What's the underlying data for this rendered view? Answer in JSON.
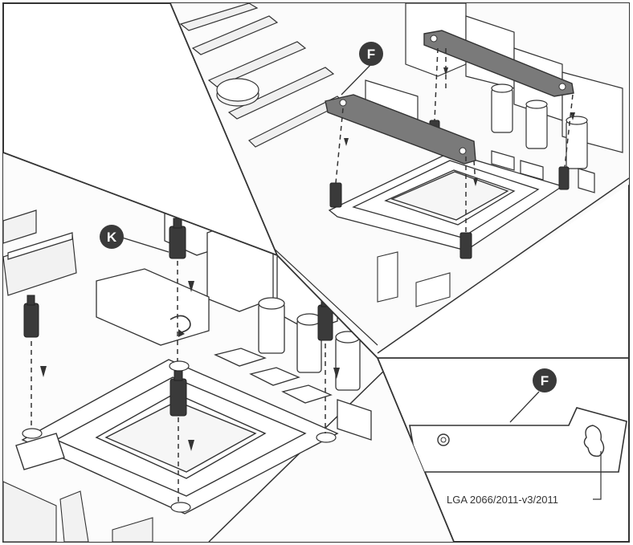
{
  "callouts": {
    "bracket_top": "F",
    "standoff": "K",
    "bracket_detail": "F"
  },
  "detail_caption": "LGA 2066/2011-v3/2011",
  "colors": {
    "line": "#333333",
    "bracket_fill": "#7a7a7a",
    "callout_fill": "#3a3a3a",
    "background": "#ffffff",
    "light_fill": "#f4f4f4"
  }
}
